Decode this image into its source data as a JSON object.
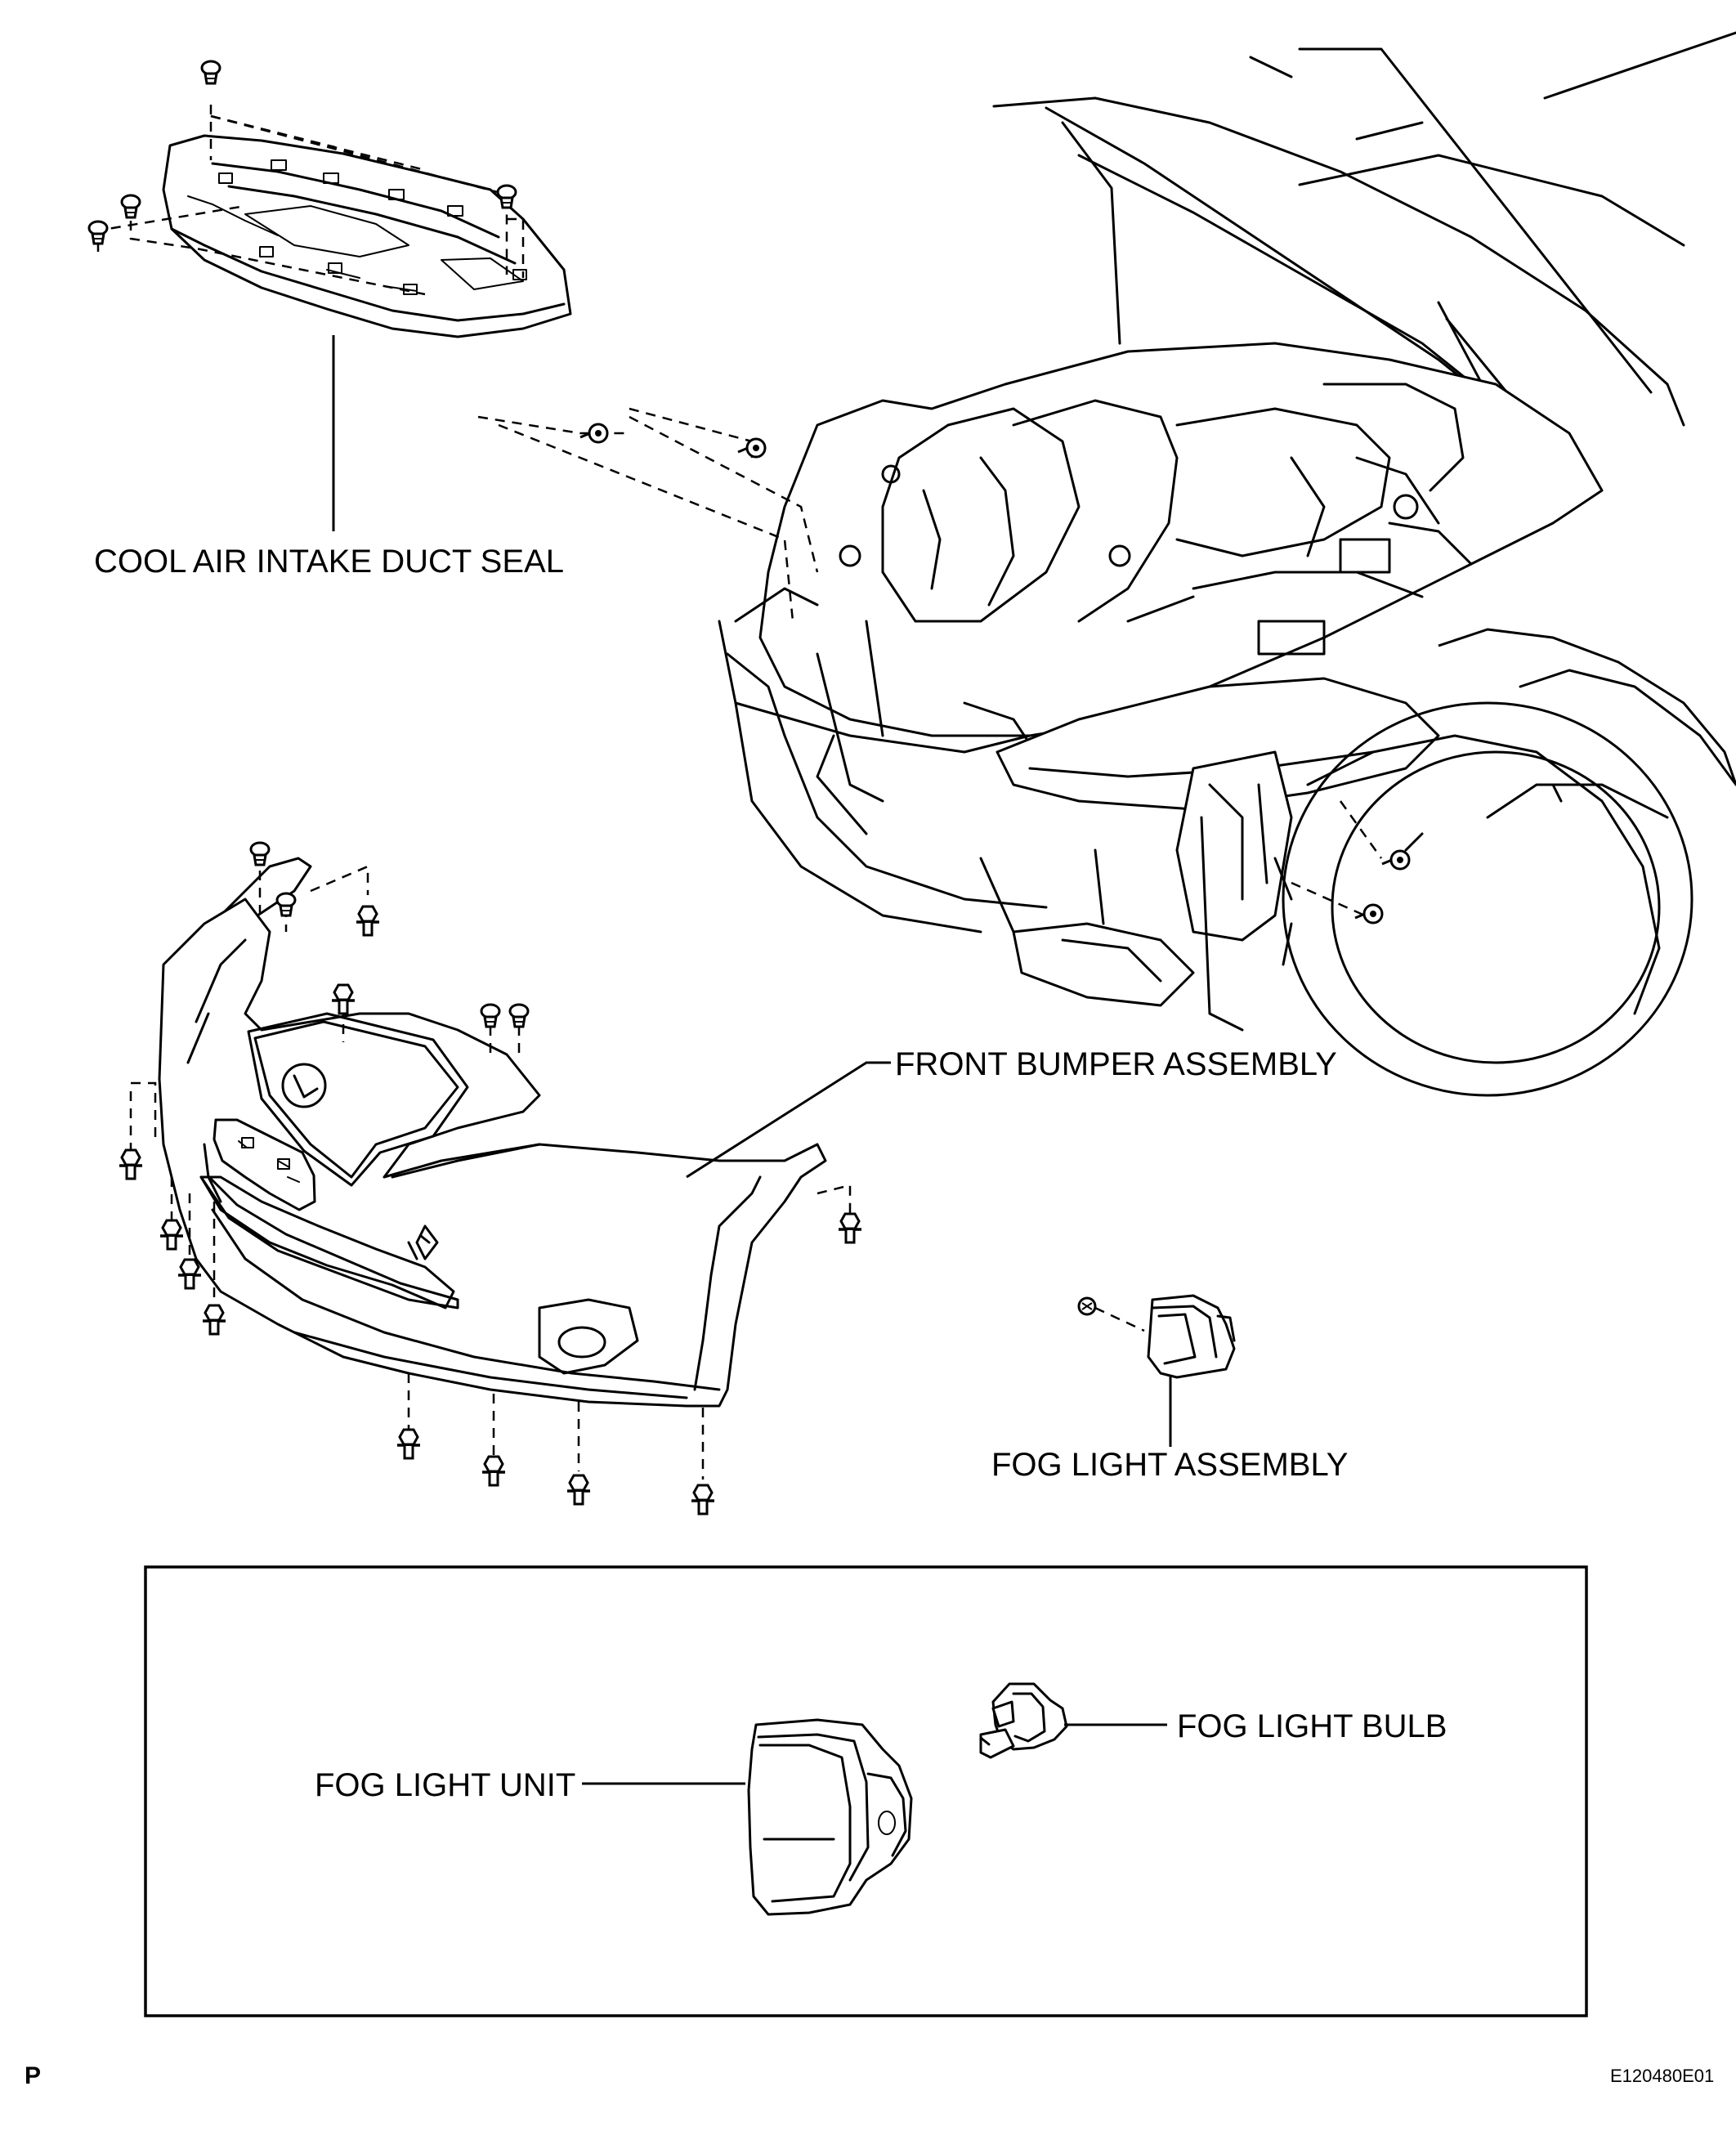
{
  "labels": {
    "cool_air_intake_duct_seal": "COOL AIR INTAKE DUCT SEAL",
    "front_bumper_assembly": "FRONT BUMPER ASSEMBLY",
    "fog_light_assembly": "FOG LIGHT ASSEMBLY",
    "fog_light_unit": "FOG LIGHT UNIT",
    "fog_light_bulb": "FOG LIGHT BULB"
  },
  "corner_marks": {
    "left": "P",
    "figure_id": "E120480E01"
  }
}
